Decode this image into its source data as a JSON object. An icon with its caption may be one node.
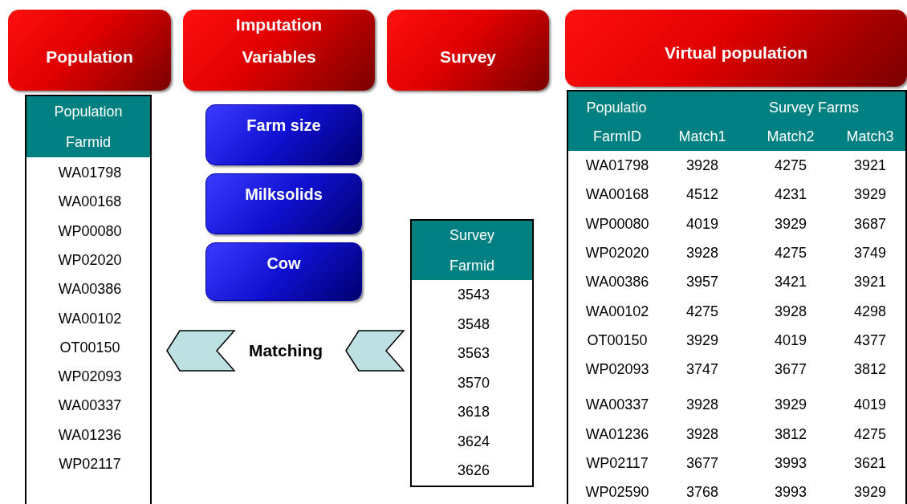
{
  "diagram": {
    "nodes": [
      {
        "text": [
          "Population"
        ]
      },
      {
        "text": [
          "Imputation Variables"
        ]
      },
      {
        "text": [
          "Survey"
        ]
      },
      {
        "text": [
          "Virtual population"
        ]
      },
      {
        "text": [
          "Population Farmid",
          "WA01798",
          "WA00168",
          "WP00080",
          "WP02020",
          "WA00386",
          "WA00102",
          "OT00150",
          "WP02093",
          "WA00337",
          "WA01236",
          "WP02117"
        ]
      },
      {
        "text": [
          "Farm size"
        ]
      },
      {
        "text": [
          "Milksolids"
        ]
      },
      {
        "text": [
          "Cow"
        ]
      },
      {
        "text": [
          "Matching"
        ]
      },
      {
        "text": [
          "Survey Farmid",
          "3543",
          "3548",
          "3563",
          "3570",
          "3618",
          "3624",
          "3626"
        ]
      },
      {
        "text": [
          "Populatio",
          "Survey Farms",
          "FarmID",
          "Match1",
          "Match2",
          "Match3",
          "WA01798",
          "3928",
          "4275",
          "3921",
          "WA00168",
          "4512",
          "4231",
          "3929",
          "WP00080",
          "4019",
          "3929",
          "3687",
          "WP02020",
          "3928",
          "4275",
          "3749",
          "WA00386",
          "3957",
          "3421",
          "3921",
          "WA00102",
          "4275",
          "3928",
          "4298",
          "OT00150",
          "3929",
          "4019",
          "4377",
          "WP02093",
          "3747",
          "3677",
          "3812",
          "WA00337",
          "3928",
          "3929",
          "4019",
          "WA01236",
          "3928",
          "3812",
          "4275",
          "WP02117",
          "3677",
          "3993",
          "3621",
          "WP02590",
          "3768",
          "3993",
          "3929"
        ]
      }
    ],
    "edges": [
      {
        "from": 9,
        "to": 8,
        "arrow": "to"
      },
      {
        "from": 8,
        "to": 4,
        "arrow": "to"
      }
    ]
  }
}
